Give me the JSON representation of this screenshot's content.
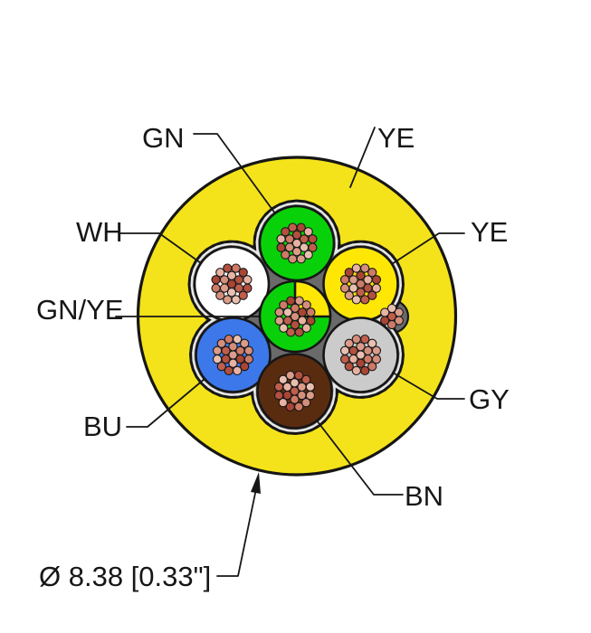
{
  "diagram": {
    "kind": "cable-cross-section",
    "dimension_label": "Ø 8.38 [0.33\"]",
    "jacket": {
      "label": "YE",
      "color_name": "yellow",
      "hex": "#f4e31a"
    },
    "labels": {
      "gn": "GN",
      "ye_jacket": "YE",
      "wh": "WH",
      "ye_wire": "YE",
      "gnye": "GN/YE",
      "bu": "BU",
      "gy": "GY",
      "bn": "BN"
    },
    "conductors": [
      {
        "code": "GN",
        "color_name": "green",
        "position": "top"
      },
      {
        "code": "WH",
        "color_name": "white",
        "position": "upper-left"
      },
      {
        "code": "YE",
        "color_name": "yellow",
        "position": "upper-right"
      },
      {
        "code": "GN/YE",
        "color_name": "green-yellow",
        "position": "center"
      },
      {
        "code": "BU",
        "color_name": "blue",
        "position": "lower-left"
      },
      {
        "code": "GY",
        "color_name": "gray",
        "position": "lower-right"
      },
      {
        "code": "BN",
        "color_name": "brown",
        "position": "bottom"
      }
    ],
    "drain": {
      "description": "bare copper strand bundle",
      "position": "right"
    },
    "colors": {
      "jacket": "#f4e31a",
      "outline": "#161616",
      "filler": "#6a6a6a",
      "tape_liner": "#e8e8e8",
      "wire_green": "#09d109",
      "wire_yellow": "#ffe705",
      "wire_white": "#ffffff",
      "wire_blue": "#3c78ea",
      "wire_gray": "#cbcbcb",
      "wire_brown": "#5a2c0f",
      "copper_palette": [
        "#e8b2a2",
        "#d48f7c",
        "#c05e4c",
        "#a84534",
        "#db9c89",
        "#b35040",
        "#cd7a66",
        "#e9c0b0"
      ]
    }
  }
}
